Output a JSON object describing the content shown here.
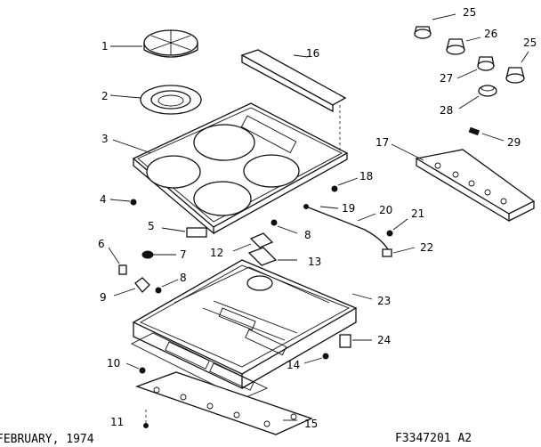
{
  "labels": {
    "l1": "1",
    "l2": "2",
    "l3": "3",
    "l4": "4",
    "l5": "5",
    "l6": "6",
    "l7": "7",
    "l8a": "8",
    "l8b": "8",
    "l9": "9",
    "l10": "10",
    "l11": "11",
    "l12": "12",
    "l13": "13",
    "l14": "14",
    "l15": "15",
    "l16": "16",
    "l17": "17",
    "l18": "18",
    "l19": "19",
    "l20": "20",
    "l21": "21",
    "l22": "22",
    "l23": "23",
    "l24": "24",
    "l25a": "25",
    "l25b": "25",
    "l26": "26",
    "l27": "27",
    "l28": "28",
    "l29": "29"
  },
  "footer": {
    "date": "FEBRUARY, 1974",
    "part_number": "F3347201 A2"
  }
}
